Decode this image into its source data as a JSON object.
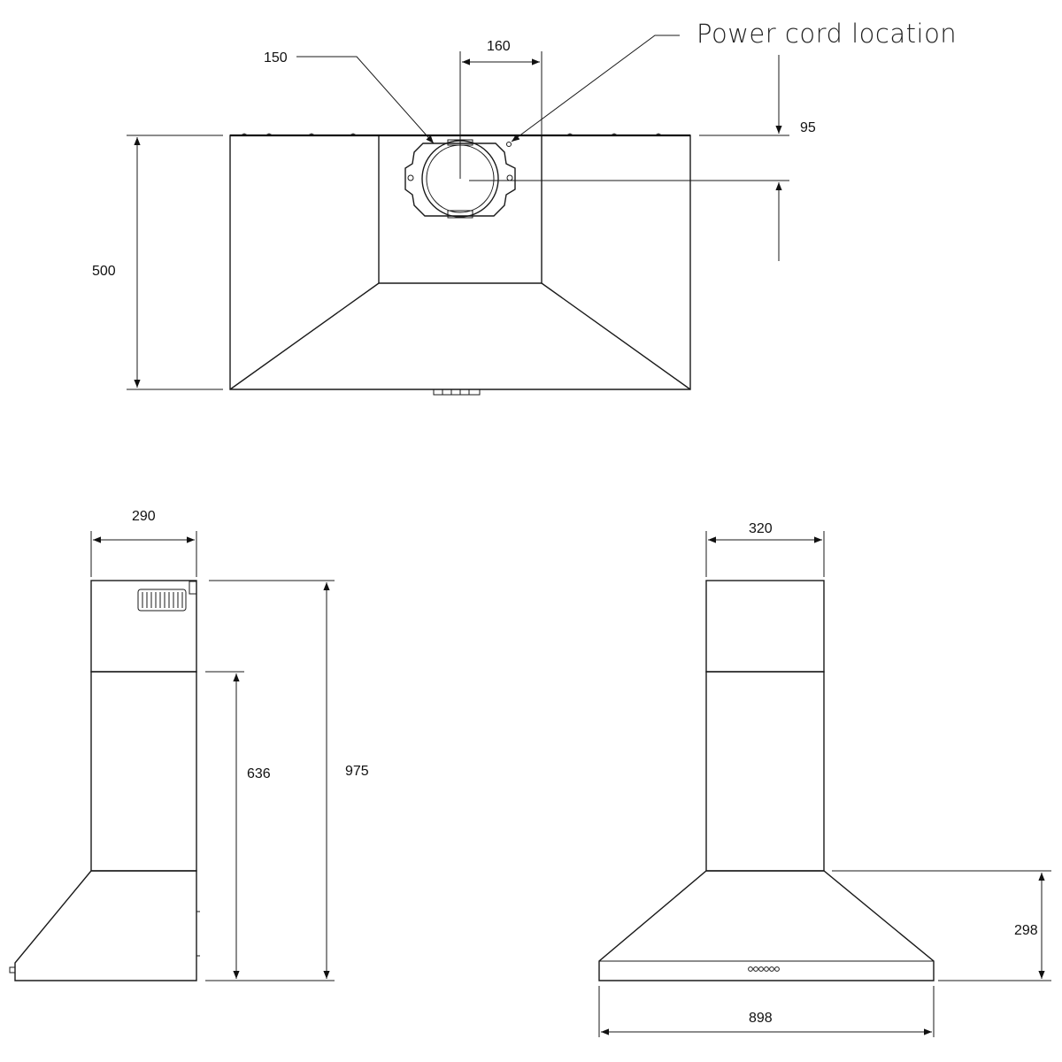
{
  "annotations": {
    "power_cord_label": "Power cord location"
  },
  "top_view": {
    "dim_width_duct_outer": "150",
    "dim_width_duct_center": "160",
    "dim_offset_vertical": "95",
    "dim_depth": "500"
  },
  "side_view": {
    "dim_chimney_depth": "290",
    "dim_lower_height": "636",
    "dim_total_height": "975"
  },
  "front_view": {
    "dim_chimney_width": "320",
    "dim_canopy_height": "298",
    "dim_overall_width": "898"
  }
}
